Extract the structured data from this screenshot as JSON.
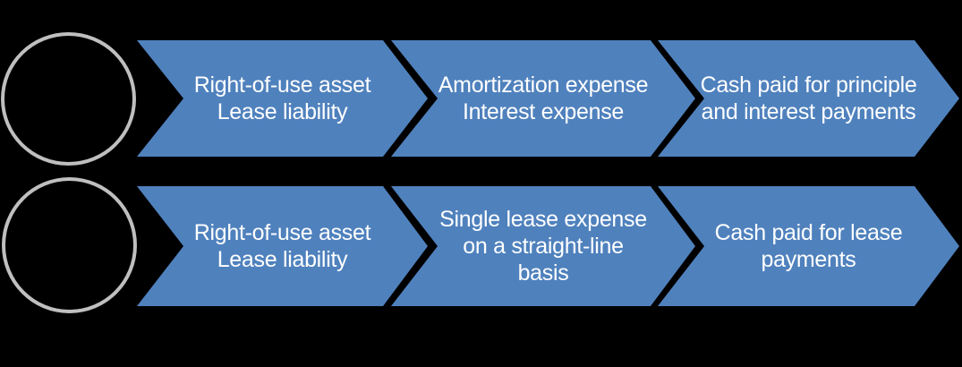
{
  "colors": {
    "background": "#000000",
    "chevron_fill": "#4f81bd",
    "chevron_text": "#ffffff",
    "circle_stroke": "#bfbfbf"
  },
  "rows": [
    {
      "steps": [
        {
          "lines": [
            "Right-of-use asset",
            "Lease liability"
          ]
        },
        {
          "lines": [
            "Amortization expense",
            "Interest expense"
          ]
        },
        {
          "lines": [
            "Cash paid for principle",
            "and interest payments"
          ]
        }
      ]
    },
    {
      "steps": [
        {
          "lines": [
            "Right-of-use asset",
            "Lease liability"
          ]
        },
        {
          "lines": [
            "Single lease expense",
            "on a straight-line",
            "basis"
          ]
        },
        {
          "lines": [
            "Cash paid for lease",
            "payments"
          ]
        }
      ]
    }
  ]
}
